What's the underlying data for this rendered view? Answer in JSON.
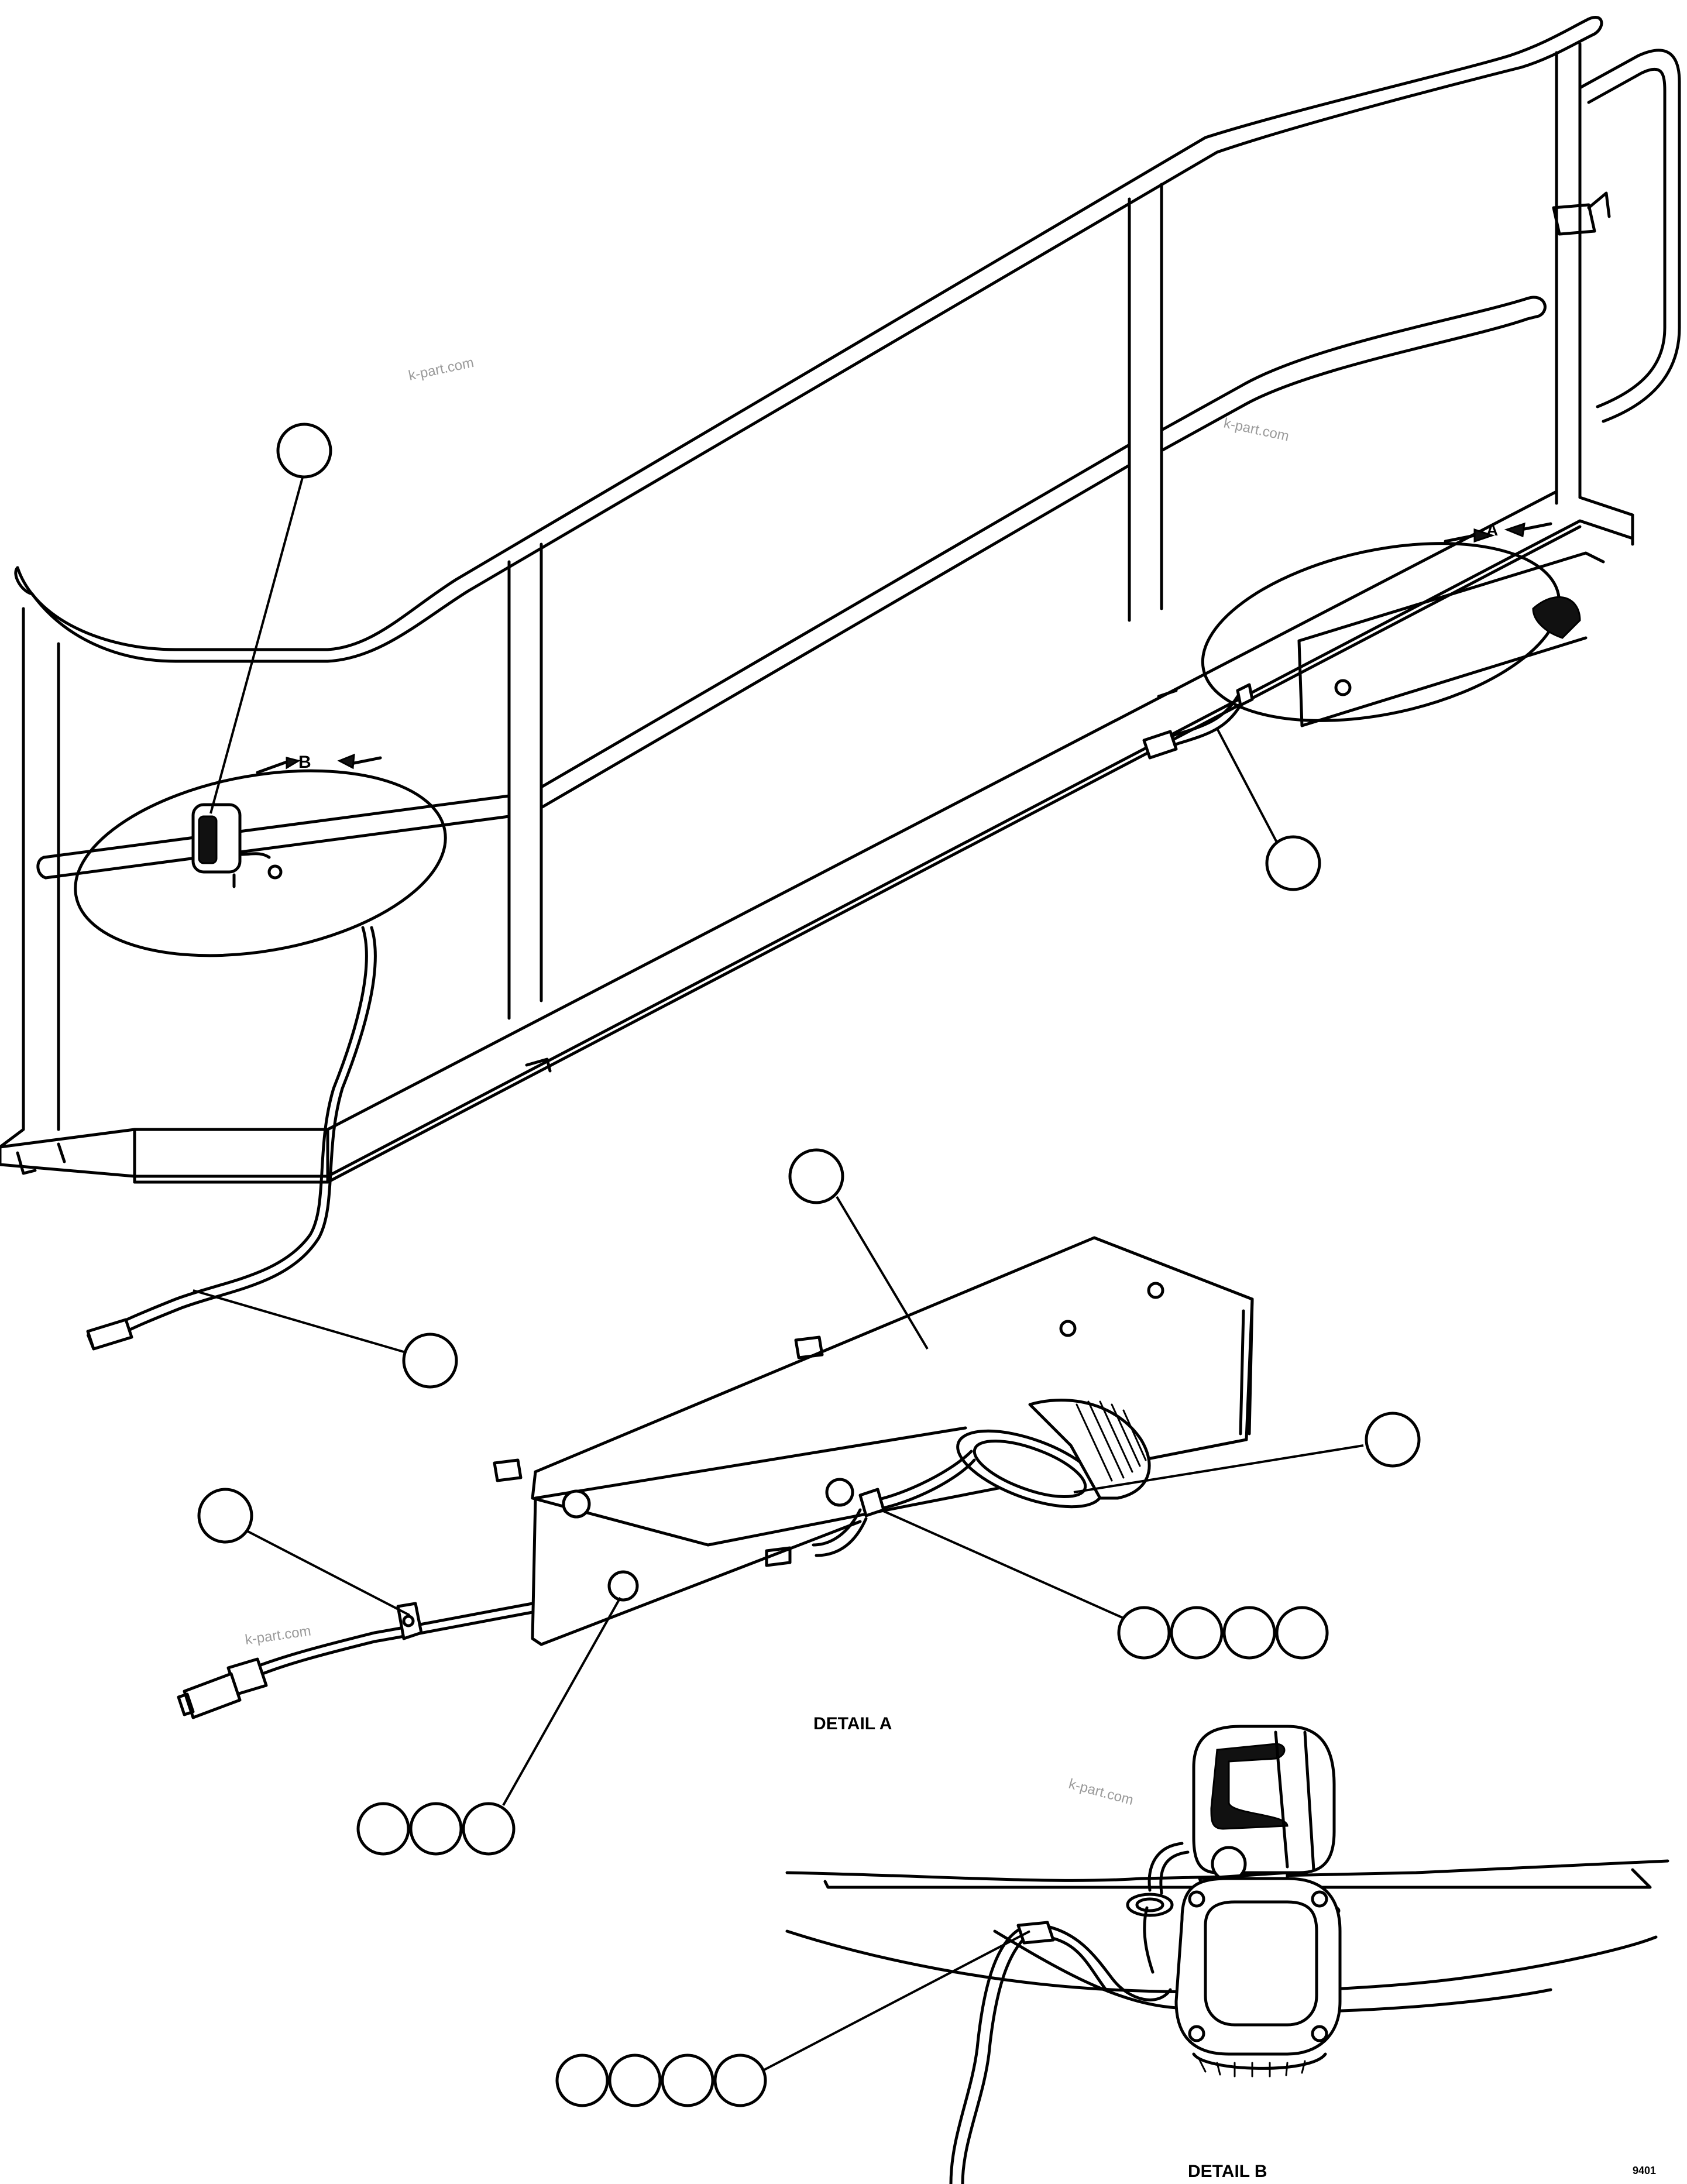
{
  "labels": {
    "detail_a_marker": "A",
    "detail_b_marker": "B",
    "detail_a_caption": "DETAIL A",
    "detail_b_caption": "DETAIL B",
    "drawing_number": "9401"
  },
  "watermarks": [
    "k-part.com",
    "k-part.com",
    "k-part.com",
    "k-part.com"
  ]
}
